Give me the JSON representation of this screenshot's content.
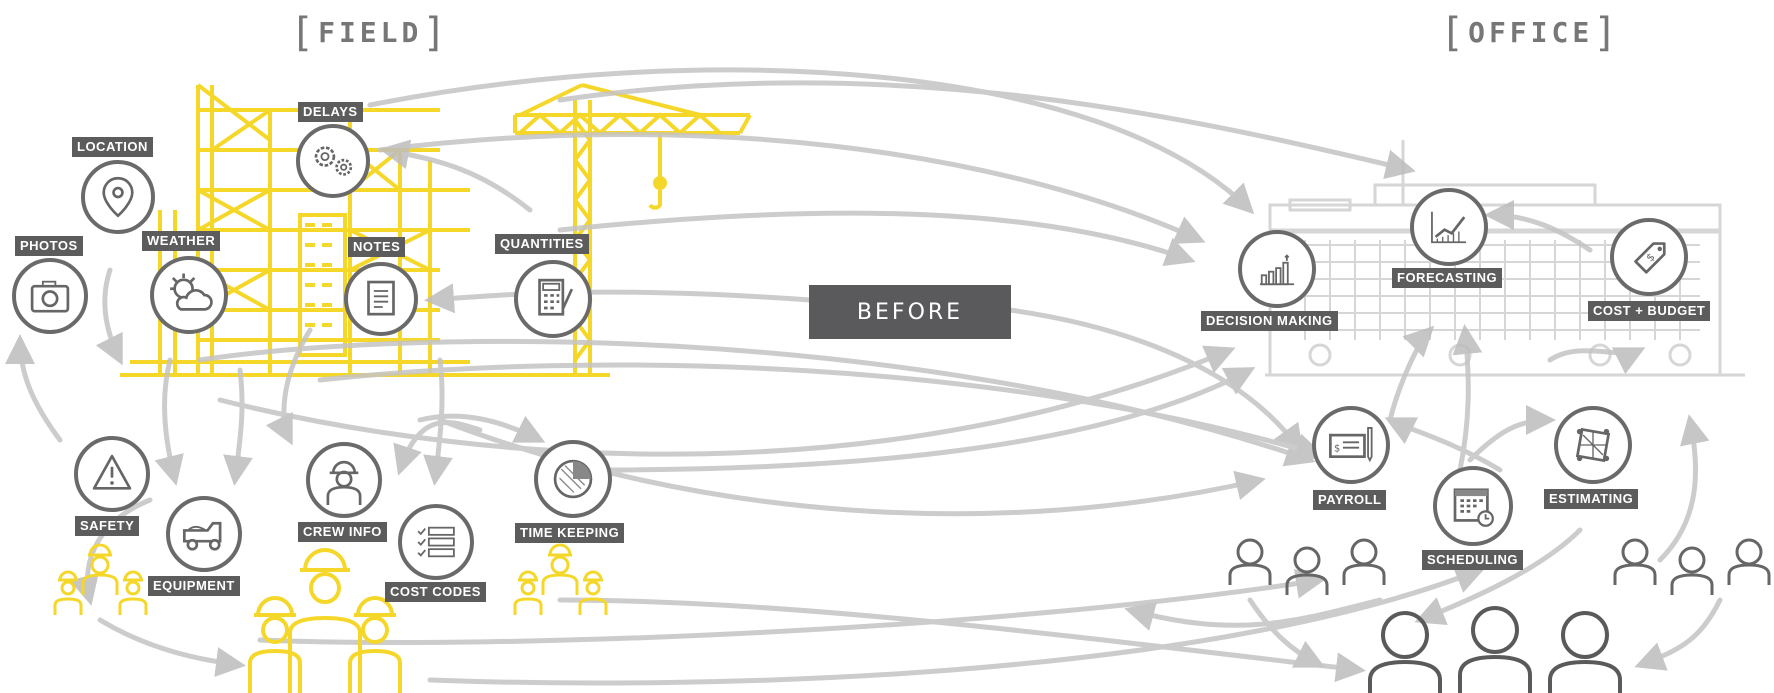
{
  "titles": {
    "field": "FIELD",
    "office": "OFFICE"
  },
  "center_label": "BEFORE",
  "field_items": {
    "location": "LOCATION",
    "delays": "DELAYS",
    "photos": "PHOTOS",
    "weather": "WEATHER",
    "notes": "NOTES",
    "quantities": "QUANTITIES",
    "safety": "SAFETY",
    "equipment": "EQUIPMENT",
    "crew_info": "CREW INFO",
    "cost_codes": "COST CODES",
    "time_keeping": "TIME KEEPING"
  },
  "office_items": {
    "decision_making": "DECISION MAKING",
    "forecasting": "FORECASTING",
    "cost_budget": "COST + BUDGET",
    "payroll": "PAYROLL",
    "scheduling": "SCHEDULING",
    "estimating": "ESTIMATING"
  },
  "colors": {
    "field_accent": "#f5d72a",
    "label_bg": "#5c5c5c",
    "icon_stroke": "#6a6a6a",
    "arrow": "#c4c4c4",
    "building": "#d6d6d6"
  }
}
